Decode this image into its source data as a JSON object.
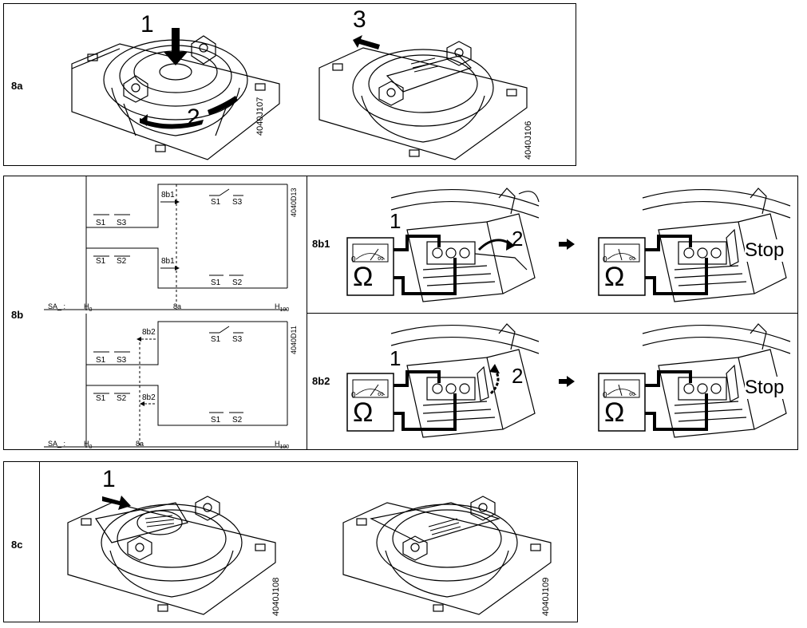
{
  "section_8a": {
    "label": "8a",
    "step_1": "1",
    "step_2": "2",
    "step_3": "3",
    "code_left": "4040J107",
    "code_right": "4040J106"
  },
  "section_8b": {
    "label": "8b",
    "diagram_top": {
      "code": "4040D13",
      "marker_upper": "8b1",
      "marker_lower": "8b1",
      "sa_label": "SA",
      "x_start": "H",
      "x_start_sub": "0",
      "x_mid": "8a",
      "x_end": "H",
      "x_end_sub": "100",
      "switch_s1": "S1",
      "switch_s2": "S2",
      "switch_s3": "S3"
    },
    "diagram_bottom": {
      "code": "4040D11",
      "marker_upper": "8b2",
      "marker_lower": "8b2",
      "sa_label": "SA",
      "x_start": "H",
      "x_start_sub": "0",
      "x_mid": "8a",
      "x_end": "H",
      "x_end_sub": "100",
      "switch_s1": "S1",
      "switch_s2": "S2",
      "switch_s3": "S3"
    },
    "row_8b1": {
      "label": "8b1",
      "step_1": "1",
      "step_2": "2",
      "stop": "Stop",
      "ohm": "Ω",
      "scale_0": "0",
      "scale_inf": "∞"
    },
    "row_8b2": {
      "label": "8b2",
      "step_1": "1",
      "step_2": "2",
      "stop": "Stop",
      "ohm": "Ω",
      "scale_0": "0",
      "scale_inf": "∞"
    }
  },
  "section_8c": {
    "label": "8c",
    "step_1": "1",
    "code_left": "4040J108",
    "code_right": "4040J109"
  }
}
